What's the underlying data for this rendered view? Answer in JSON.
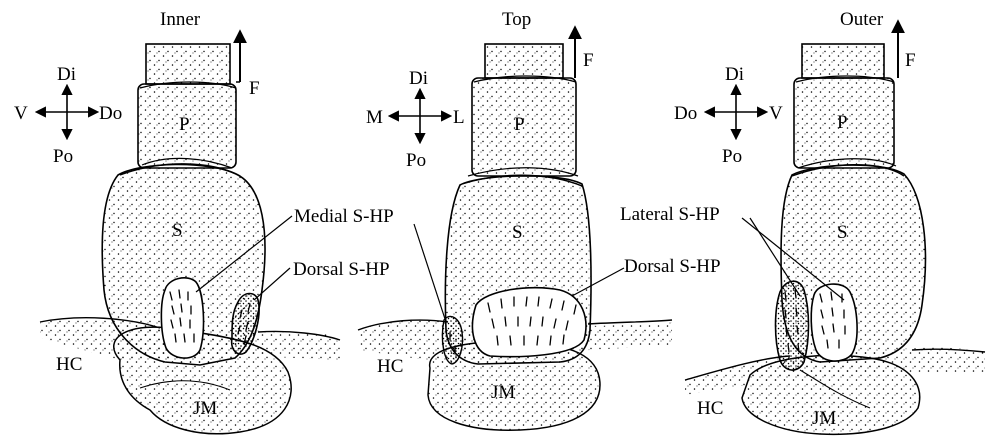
{
  "figure": {
    "panels": [
      {
        "title": "Inner",
        "force_label": "F",
        "compass": {
          "up": "Di",
          "down": "Po",
          "left": "V",
          "right": "Do"
        },
        "parts": {
          "proximal": "P",
          "segment": "S",
          "membrane": "JM",
          "body": "HC"
        },
        "hairplates": [
          "Medial S-HP",
          "Dorsal S-HP"
        ]
      },
      {
        "title": "Top",
        "force_label": "F",
        "compass": {
          "up": "Di",
          "down": "Po",
          "left": "M",
          "right": "L"
        },
        "parts": {
          "proximal": "P",
          "segment": "S",
          "membrane": "JM",
          "body": "HC"
        },
        "hairplates": [
          "Dorsal S-HP"
        ]
      },
      {
        "title": "Outer",
        "force_label": "F",
        "compass": {
          "up": "Di",
          "down": "Po",
          "left": "Do",
          "right": "V"
        },
        "parts": {
          "proximal": "P",
          "segment": "S",
          "membrane": "JM",
          "body": "HC"
        },
        "hairplates": [
          "Lateral S-HP"
        ]
      }
    ],
    "colors": {
      "ink": "#000000",
      "paper": "#ffffff"
    }
  }
}
